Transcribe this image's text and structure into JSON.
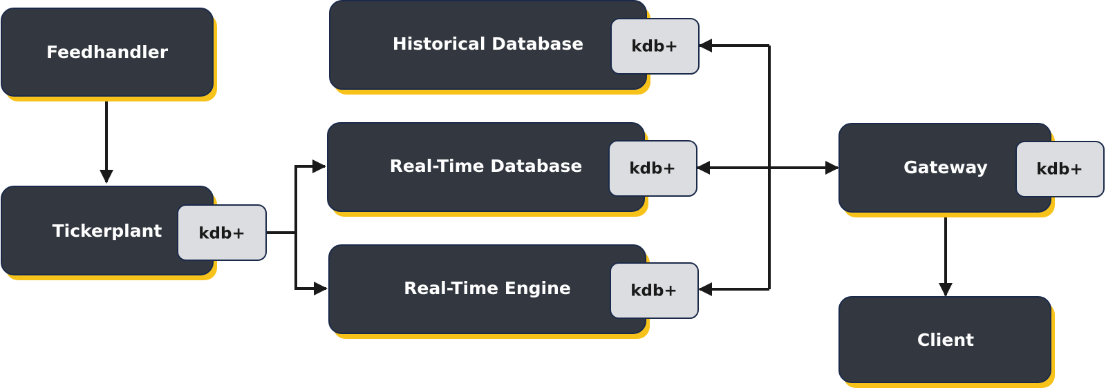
{
  "diagram": {
    "nodes": {
      "feedhandler": {
        "label": "Feedhandler"
      },
      "tickerplant": {
        "label": "Tickerplant",
        "badge": "kdb+"
      },
      "historical_database": {
        "label": "Historical Database",
        "badge": "kdb+"
      },
      "real_time_database": {
        "label": "Real-Time Database",
        "badge": "kdb+"
      },
      "real_time_engine": {
        "label": "Real-Time Engine",
        "badge": "kdb+"
      },
      "gateway": {
        "label": "Gateway",
        "badge": "kdb+"
      },
      "client": {
        "label": "Client"
      }
    },
    "colors": {
      "node_fill": "#333840",
      "node_border": "#1b2a4a",
      "shadow": "#f7c31a",
      "badge_fill": "#dcdde0",
      "connector": "#1a1a1a"
    },
    "edges": [
      {
        "from": "Feedhandler",
        "to": "Tickerplant"
      },
      {
        "from": "Tickerplant",
        "to": "Real-Time Database"
      },
      {
        "from": "Tickerplant",
        "to": "Real-Time Engine"
      },
      {
        "from": "Gateway",
        "to": "Historical Database"
      },
      {
        "from": "Gateway",
        "to": "Real-Time Database"
      },
      {
        "from": "Real-Time Database",
        "to": "Gateway"
      },
      {
        "from": "Gateway",
        "to": "Real-Time Engine"
      },
      {
        "from": "Gateway",
        "to": "Client"
      }
    ]
  }
}
